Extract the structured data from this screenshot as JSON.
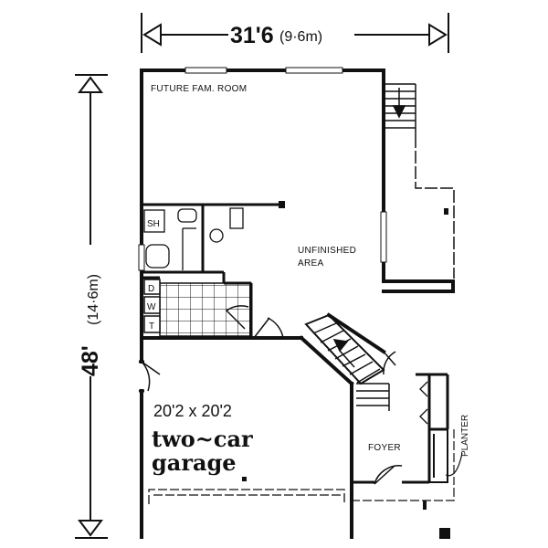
{
  "dimensions": {
    "width_main": "31'6",
    "width_metric": "(9·6m)",
    "depth_main": "48'",
    "depth_metric": "(14·6m)"
  },
  "rooms": {
    "future_family_room": "FUTURE FAM. ROOM",
    "unfinished_line1": "UNFINISHED",
    "unfinished_line2": "AREA",
    "shower": "SH",
    "washer": "W",
    "dryer": "D",
    "tub": "T",
    "foyer": "FOYER",
    "planter": "PLANTER"
  },
  "garage": {
    "size": "20'2 x 20'2",
    "line1": "two~car",
    "line2": "garage"
  },
  "colors": {
    "ink": "#111111",
    "paper": "#ffffff"
  }
}
